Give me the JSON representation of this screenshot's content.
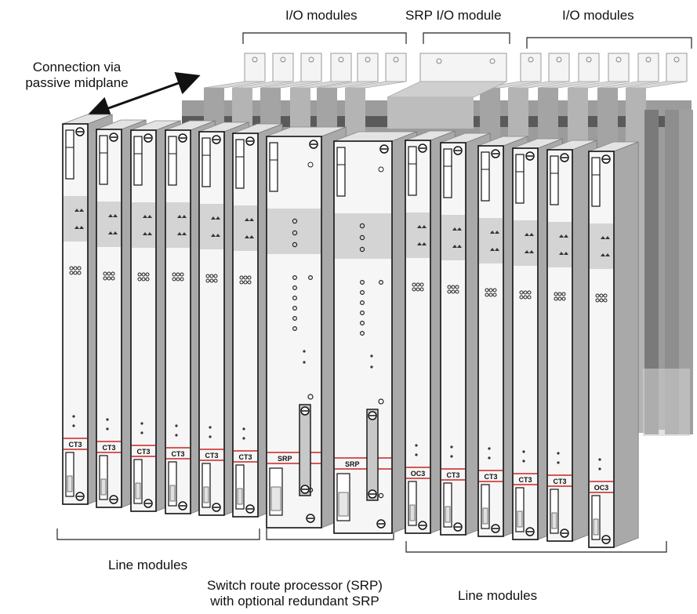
{
  "labels": {
    "io_modules_left": "I/O modules",
    "srp_io_module": "SRP I/O module",
    "io_modules_right": "I/O modules",
    "connection_line1": "Connection via",
    "connection_line2": "passive midplane",
    "line_modules_left": "Line modules",
    "srp_line1": "Switch route processor (SRP)",
    "srp_line2": "with optional redundant SRP",
    "line_modules_right": "Line modules"
  },
  "front_modules": [
    {
      "label": "CT3",
      "kind": "line"
    },
    {
      "label": "CT3",
      "kind": "line"
    },
    {
      "label": "CT3",
      "kind": "line"
    },
    {
      "label": "CT3",
      "kind": "line"
    },
    {
      "label": "CT3",
      "kind": "line"
    },
    {
      "label": "CT3",
      "kind": "line"
    },
    {
      "label": "SRP",
      "kind": "srp"
    },
    {
      "label": "SRP",
      "kind": "srp"
    },
    {
      "label": "OC3",
      "kind": "line"
    },
    {
      "label": "CT3",
      "kind": "line"
    },
    {
      "label": "CT3",
      "kind": "line"
    },
    {
      "label": "CT3",
      "kind": "line"
    },
    {
      "label": "CT3",
      "kind": "line"
    },
    {
      "label": "OC3",
      "kind": "line"
    }
  ],
  "colors": {
    "outline": "#111111",
    "panel": "#f6f6f6",
    "panel_side": "#a9a9a9",
    "led_band": "#d4d4d4",
    "label_line": "#cc2222",
    "rear_dark": "#6e6e6e",
    "rear_mid": "#9c9c9c",
    "rear_light": "#d9d9d9"
  }
}
